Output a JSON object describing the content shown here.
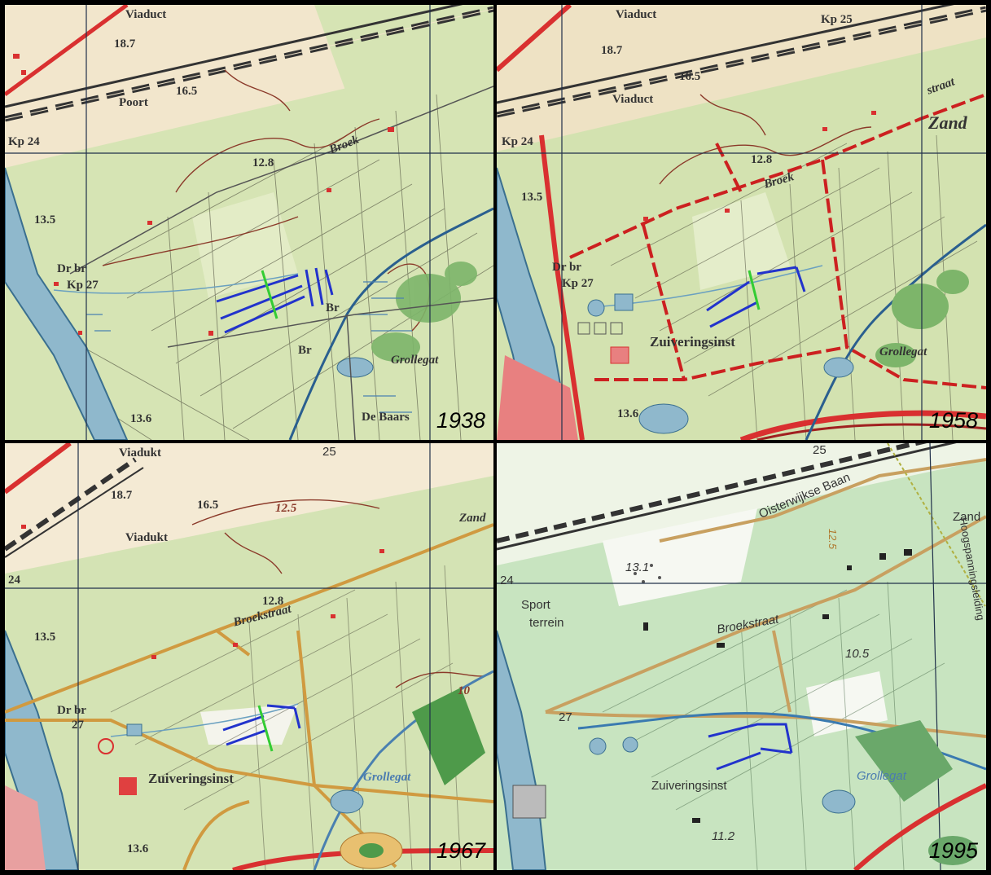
{
  "panels": [
    {
      "year": "1938",
      "labels": [
        "Viaduct",
        "18.7",
        "16.5",
        "Poort",
        "Kp 24",
        "12.8",
        "Broek",
        "13.5",
        "Dr br",
        "Kp 27",
        "Br",
        "Br",
        "Grollegat",
        "13.6",
        "De Baars"
      ]
    },
    {
      "year": "1958",
      "labels": [
        "Viaduct",
        "Kp 25",
        "18.7",
        "16.5",
        "Viaduct",
        "Kp 24",
        "straat",
        "Zand",
        "12.8",
        "Broek",
        "13.5",
        "Dr br",
        "Kp 27",
        "Zuiveringsinst",
        "Grollegat",
        "13.6"
      ]
    },
    {
      "year": "1967",
      "labels": [
        "Viadukt",
        "25",
        "18.7",
        "16.5",
        "12.5",
        "Viadukt",
        "Zand",
        "24",
        "12.8",
        "Broekstraat",
        "13.5",
        "Dr br",
        "27",
        "Zuiveringsinst",
        "Grollegat",
        "10",
        "13.6"
      ]
    },
    {
      "year": "1995",
      "labels": [
        "25",
        "Oisterwijkse Baan",
        "Zand",
        "Hoogspanningsleiding",
        "13.1",
        "12.5",
        "24",
        "Sport",
        "terrein",
        "Broekstraat",
        "10.5",
        "27",
        "Zuiveringsinst",
        "Grollegat",
        "11.2"
      ]
    }
  ]
}
